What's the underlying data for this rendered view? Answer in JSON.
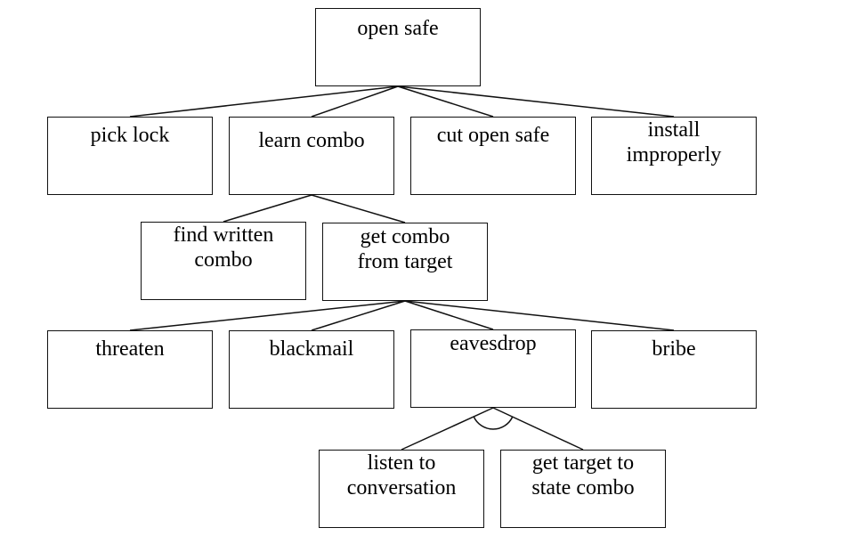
{
  "nodes": {
    "open_safe": "open safe",
    "pick_lock": "pick lock",
    "learn_combo": "learn combo",
    "cut_open_safe": "cut open safe",
    "install_improperly": "install\nimproperly",
    "find_written_combo": "find written\ncombo",
    "get_combo_from_target": "get combo\nfrom target",
    "threaten": "threaten",
    "blackmail": "blackmail",
    "eavesdrop": "eavesdrop",
    "bribe": "bribe",
    "listen_to_conversation": "listen to\nconversation",
    "get_target_to_state_combo": "get target to\nstate combo"
  },
  "edges": [
    [
      "open_safe",
      "pick_lock"
    ],
    [
      "open_safe",
      "learn_combo"
    ],
    [
      "open_safe",
      "cut_open_safe"
    ],
    [
      "open_safe",
      "install_improperly"
    ],
    [
      "learn_combo",
      "find_written_combo"
    ],
    [
      "learn_combo",
      "get_combo_from_target"
    ],
    [
      "get_combo_from_target",
      "threaten"
    ],
    [
      "get_combo_from_target",
      "blackmail"
    ],
    [
      "get_combo_from_target",
      "eavesdrop"
    ],
    [
      "get_combo_from_target",
      "bribe"
    ],
    [
      "eavesdrop",
      "listen_to_conversation"
    ],
    [
      "eavesdrop",
      "get_target_to_state_combo"
    ]
  ],
  "and_nodes": [
    "eavesdrop"
  ]
}
